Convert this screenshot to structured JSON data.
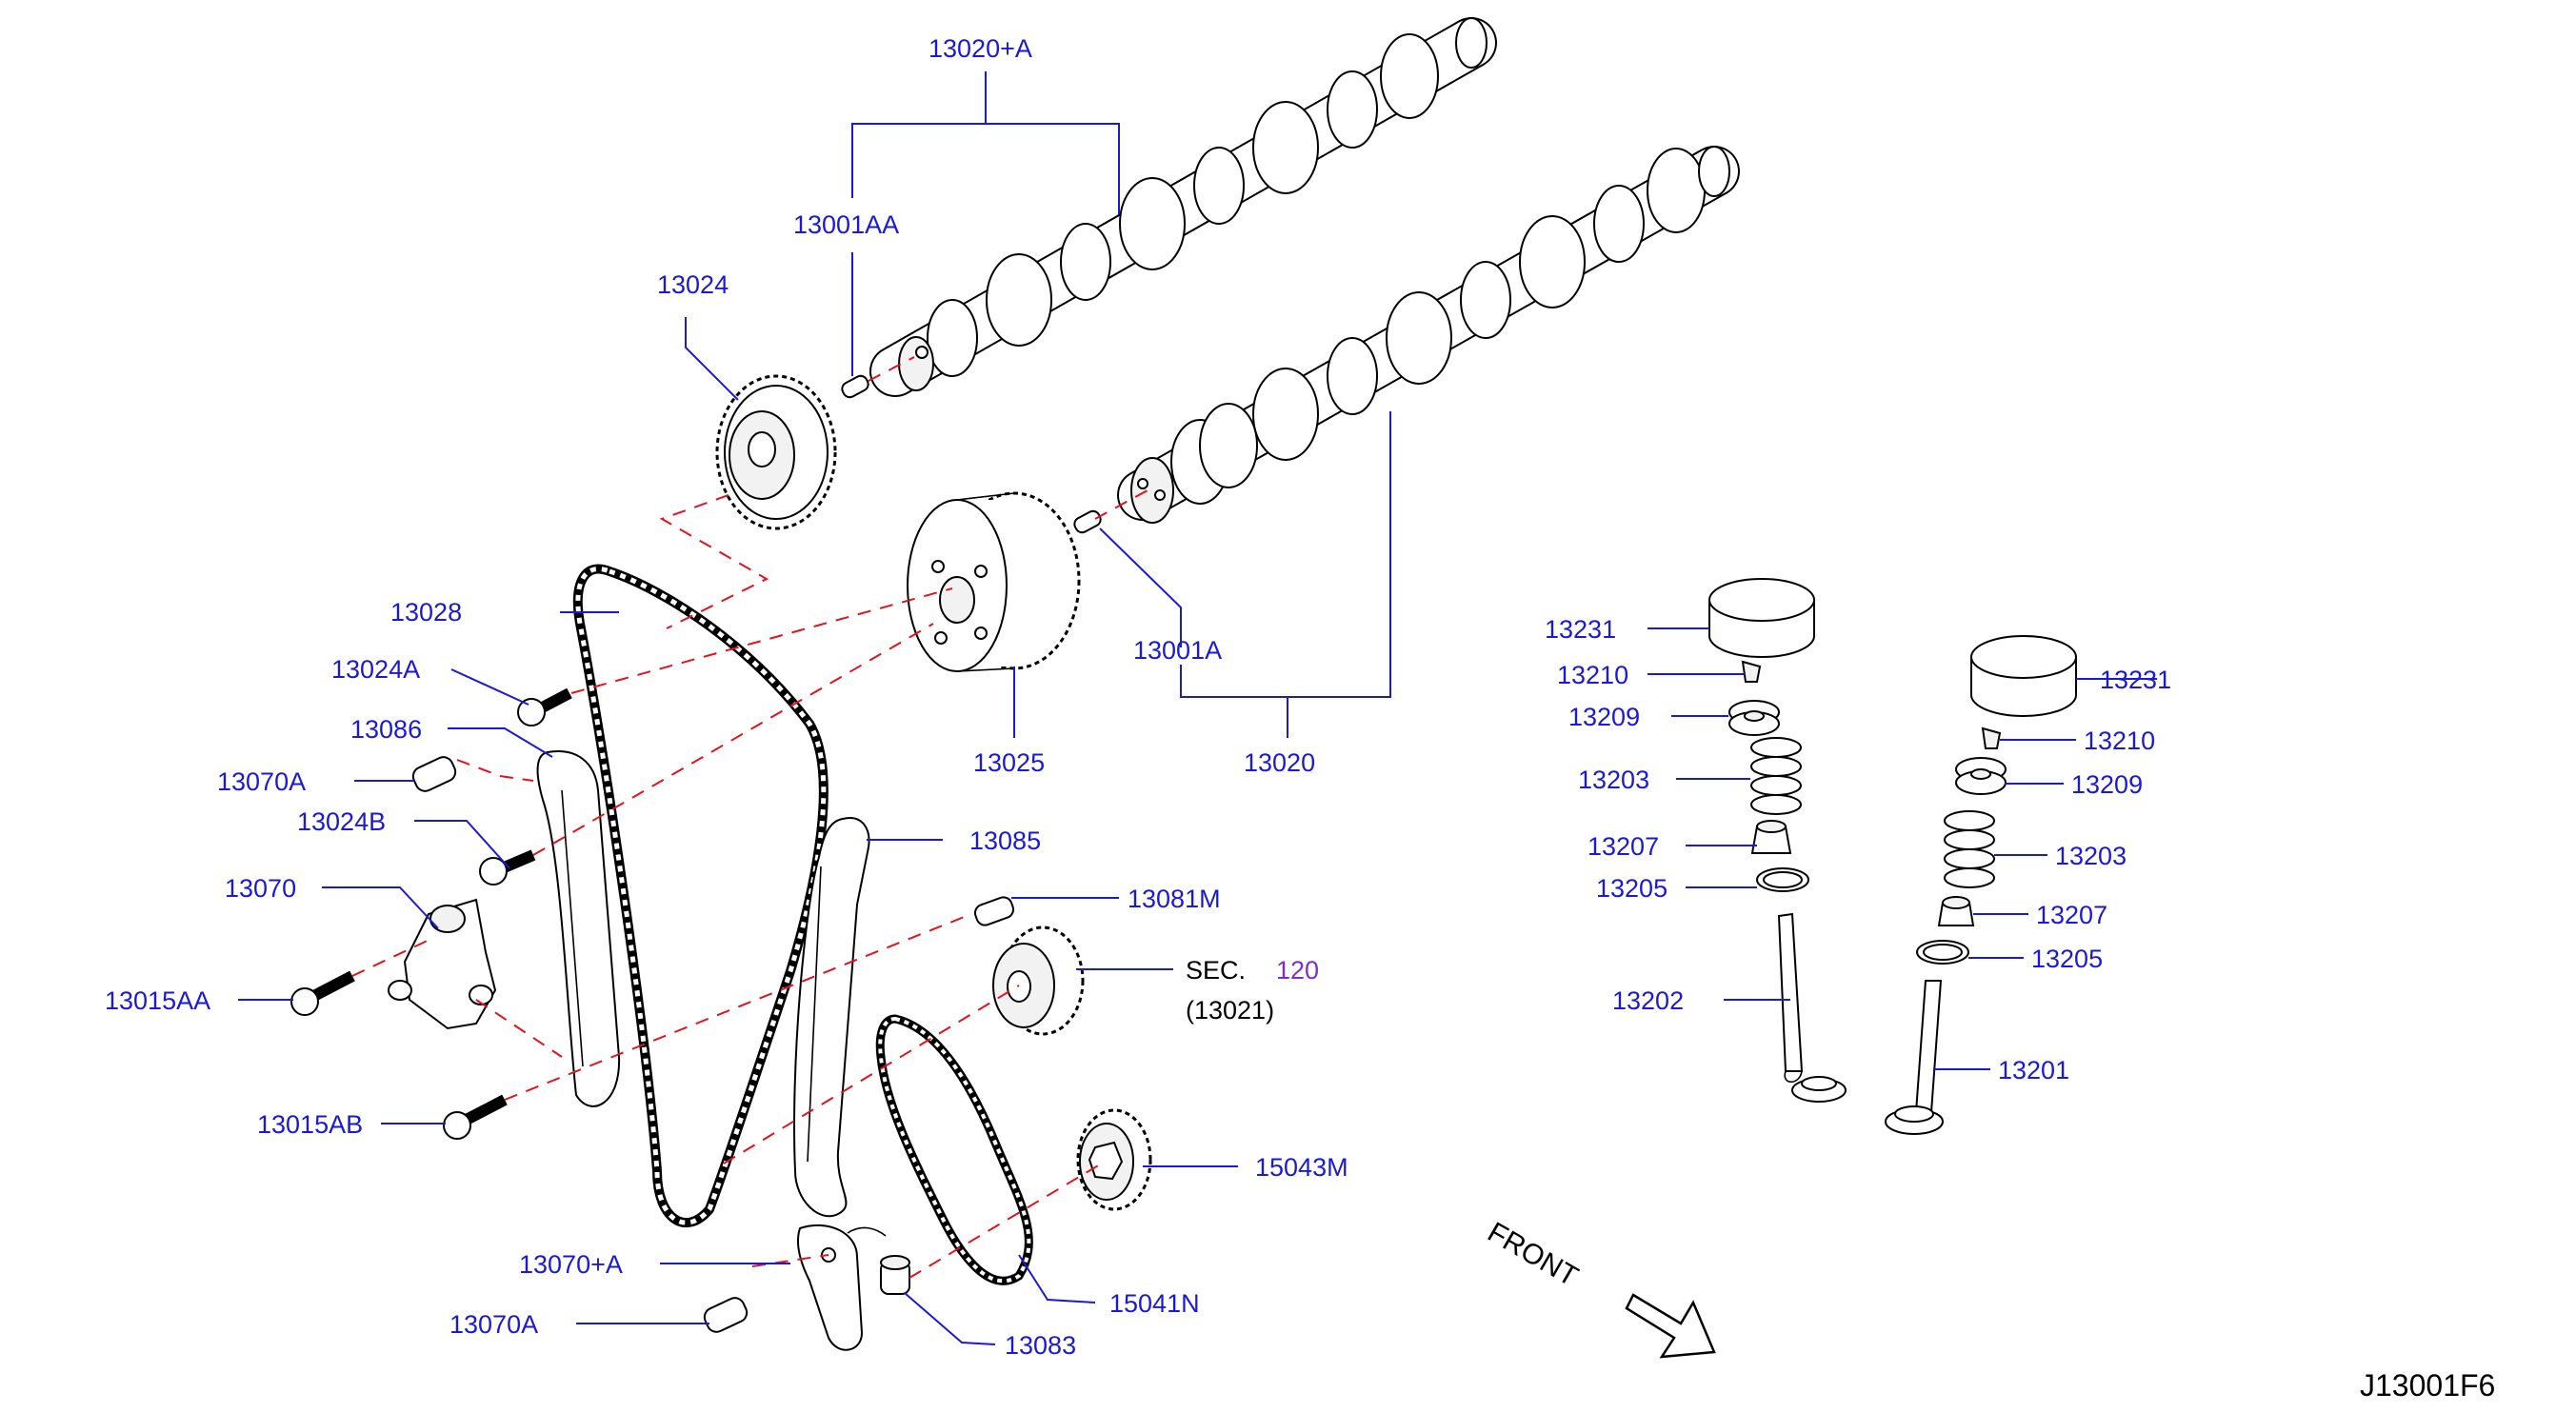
{
  "diagram_code": "J13001F6",
  "front_label": "FRONT",
  "sec_ref": {
    "prefix": "SEC.",
    "number": "120",
    "sub": "(13021)"
  },
  "labels": {
    "p13020A": "13020+A",
    "p13001AA": "13001AA",
    "p13024": "13024",
    "p13028": "13028",
    "p13024A": "13024A",
    "p13086": "13086",
    "p13070A_top": "13070A",
    "p13024B": "13024B",
    "p13070": "13070",
    "p13015AA": "13015AA",
    "p13015AB": "13015AB",
    "p13070plusA": "13070+A",
    "p13070A_bottom": "13070A",
    "p13025": "13025",
    "p13001A": "13001A",
    "p13020": "13020",
    "p13085": "13085",
    "p13081M": "13081M",
    "p15043M": "15043M",
    "p15041N": "15041N",
    "p13083": "13083",
    "v13231_left": "13231",
    "v13210_left": "13210",
    "v13209_left": "13209",
    "v13203_left": "13203",
    "v13207_left": "13207",
    "v13205_left": "13205",
    "v13202": "13202",
    "v13231_right": "13231",
    "v13210_right": "13210",
    "v13209_right": "13209",
    "v13203_right": "13203",
    "v13207_right": "13207",
    "v13205_right": "13205",
    "v13201": "13201"
  },
  "colors": {
    "label": "#1a1ad6",
    "leader": "#1a1ad6",
    "centerline": "#e0141e",
    "sec_number": "#7a2fd6"
  }
}
